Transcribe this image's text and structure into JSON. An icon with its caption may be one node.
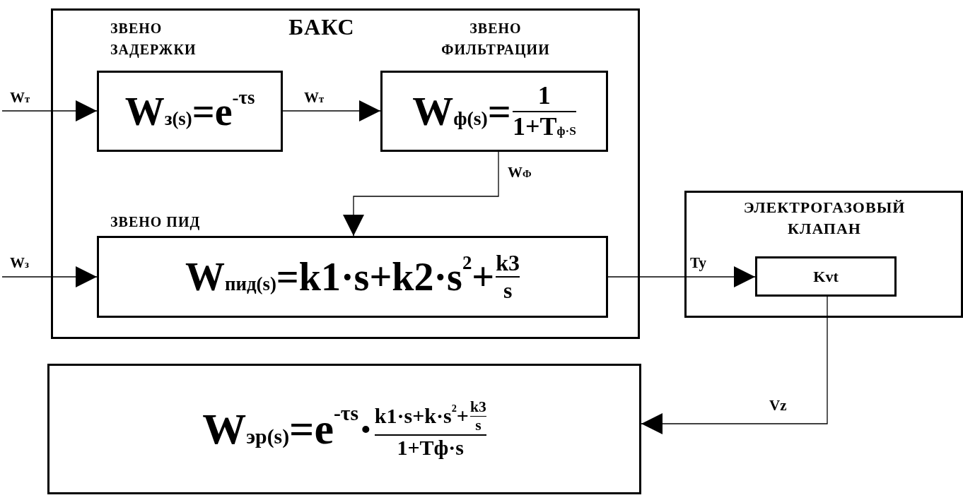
{
  "diagram": {
    "nodes": [
      {
        "text": [
          "БАКС"
        ]
      },
      {
        "text": [
          "ЗВЕНО ЗАДЕРЖКИ",
          "W$_{з(s)}$=e$^{-τs}$"
        ],
        "in": 0
      },
      {
        "text": [
          "ЗВЕНО ФИЛЬТРАЦИИ",
          "W$_{ф(s)}$=",
          "1",
          "1+T$_{ф·S}$"
        ],
        "in": 0
      },
      {
        "text": [
          "ЗВЕНО ПИД",
          "W$_{пид(s)}$=k1·s+k2·s$^{2}$+",
          "k3",
          "s"
        ],
        "in": 0
      },
      {
        "text": [
          "ЭЛЕКТРОГАЗОВЫЙ КЛАПАН"
        ]
      },
      {
        "text": [
          "Kvt"
        ],
        "in": 4
      },
      {
        "text": [
          "W$_{эр(s)}$=e$^{-τs}$·",
          "k1·s+k·s$^{2}$+",
          "k3",
          "s",
          "1+Tф·s"
        ]
      }
    ],
    "edges": [
      {
        "from": null,
        "to": 1,
        "arrow": "to",
        "label": "W$_{т}$"
      },
      {
        "from": 1,
        "to": 2,
        "arrow": "to",
        "label": "W$_{т}$"
      },
      {
        "from": 2,
        "to": 3,
        "arrow": "to",
        "label": "W$_{Ф}$"
      },
      {
        "from": null,
        "to": 3,
        "arrow": "to",
        "label": "W$_{з}$"
      },
      {
        "from": 3,
        "to": 5,
        "arrow": "to",
        "label": "Ty"
      },
      {
        "from": 5,
        "to": 6,
        "arrow": "to",
        "label": "Vz"
      }
    ]
  }
}
